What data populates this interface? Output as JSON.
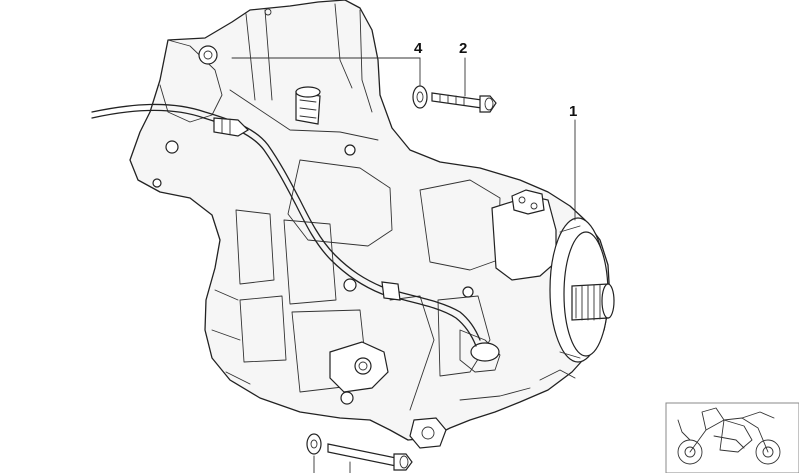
{
  "diagram": {
    "callouts": [
      {
        "id": "1",
        "label": "1"
      },
      {
        "id": "2",
        "label": "2"
      },
      {
        "id": "4",
        "label": "4"
      }
    ],
    "parts": [
      {
        "name": "transmission-housing"
      },
      {
        "name": "output-flange"
      },
      {
        "name": "hex-bolt"
      },
      {
        "name": "washer"
      },
      {
        "name": "breather-hose"
      }
    ],
    "thumbnail": {
      "name": "motorcycle-thumbnail-icon"
    }
  },
  "colors": {
    "line": "#222222",
    "fill": "#f6f6f6",
    "background": "#ffffff"
  }
}
